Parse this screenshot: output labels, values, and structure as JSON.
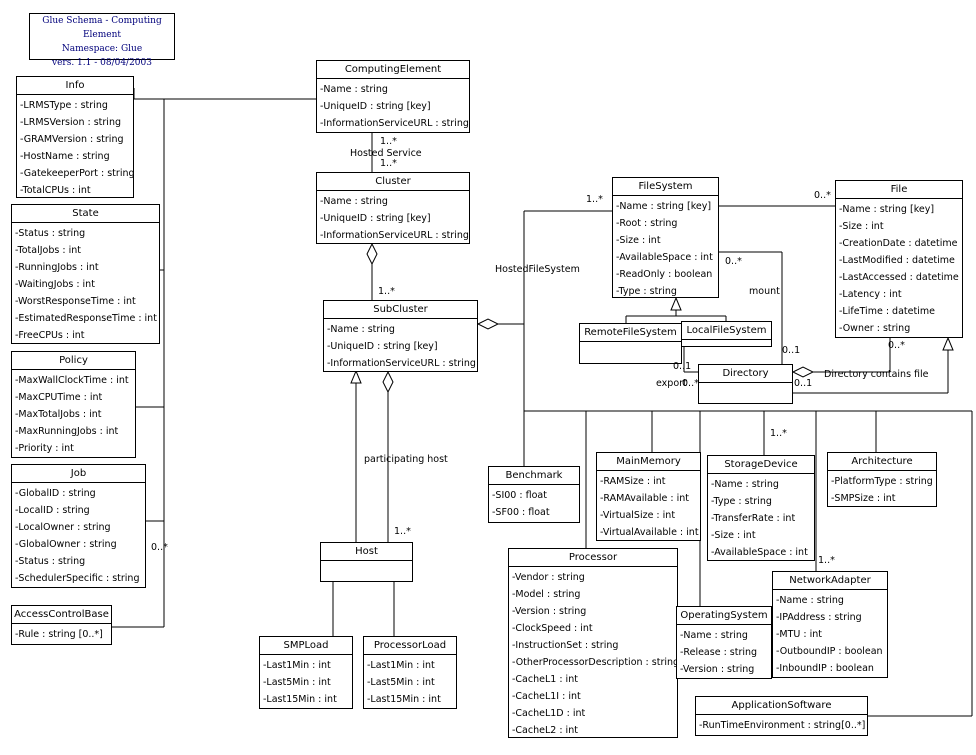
{
  "header": {
    "line1": "Glue Schema - Computing Element",
    "line2": "Namespace: Glue",
    "line3": "vers. 1.1 - 08/04/2003"
  },
  "classes": [
    {
      "id": "computingelement",
      "name": "ComputingElement",
      "attributes": [
        "-Name : string",
        "-UniqueID : string [key]",
        "-InformationServiceURL : string"
      ]
    },
    {
      "id": "info",
      "name": "Info",
      "attributes": [
        "-LRMSType : string",
        "-LRMSVersion : string",
        "-GRAMVersion : string",
        "-HostName : string",
        "-GatekeeperPort : string",
        "-TotalCPUs : int"
      ]
    },
    {
      "id": "state",
      "name": "State",
      "attributes": [
        "-Status : string",
        "-TotalJobs : int",
        "-RunningJobs : int",
        "-WaitingJobs : int",
        "-WorstResponseTime : int",
        "-EstimatedResponseTime : int",
        "-FreeCPUs : int"
      ]
    },
    {
      "id": "policy",
      "name": "Policy",
      "attributes": [
        "-MaxWallClockTime : int",
        "-MaxCPUTime : int",
        "-MaxTotalJobs : int",
        "-MaxRunningJobs : int",
        "-Priority : int"
      ]
    },
    {
      "id": "job",
      "name": "Job",
      "attributes": [
        "-GlobalID : string",
        "-LocalID : string",
        "-LocalOwner : string",
        "-GlobalOwner : string",
        "-Status : string",
        "-SchedulerSpecific : string"
      ]
    },
    {
      "id": "accesscontrolbase",
      "name": "AccessControlBase",
      "attributes": [
        "-Rule : string [0..*]"
      ]
    },
    {
      "id": "cluster",
      "name": "Cluster",
      "attributes": [
        "-Name : string",
        "-UniqueID : string [key]",
        "-InformationServiceURL : string"
      ]
    },
    {
      "id": "subcluster",
      "name": "SubCluster",
      "attributes": [
        "-Name : string",
        "-UniqueID : string [key]",
        "-InformationServiceURL : string"
      ]
    },
    {
      "id": "host",
      "name": "Host",
      "attributes": []
    },
    {
      "id": "smpload",
      "name": "SMPLoad",
      "attributes": [
        "-Last1Min : int",
        "-Last5Min : int",
        "-Last15Min : int"
      ]
    },
    {
      "id": "processorload",
      "name": "ProcessorLoad",
      "attributes": [
        "-Last1Min : int",
        "-Last5Min : int",
        "-Last15Min : int"
      ]
    },
    {
      "id": "filesystem",
      "name": "FileSystem",
      "attributes": [
        "-Name : string [key]",
        "-Root : string",
        "-Size : int",
        "-AvailableSpace : int",
        "-ReadOnly : boolean",
        "-Type : string"
      ]
    },
    {
      "id": "file",
      "name": "File",
      "attributes": [
        "-Name : string [key]",
        "-Size : int",
        "-CreationDate : datetime",
        "-LastModified : datetime",
        "-LastAccessed : datetime",
        "-Latency : int",
        "-LifeTime : datetime",
        "-Owner : string"
      ]
    },
    {
      "id": "remotefilesystem",
      "name": "RemoteFileSystem",
      "attributes": []
    },
    {
      "id": "localfilesystem",
      "name": "LocalFileSystem",
      "attributes": []
    },
    {
      "id": "directory",
      "name": "Directory",
      "attributes": []
    },
    {
      "id": "benchmark",
      "name": "Benchmark",
      "attributes": [
        "-SI00 : float",
        "-SF00 : float"
      ]
    },
    {
      "id": "mainmemory",
      "name": "MainMemory",
      "attributes": [
        "-RAMSize : int",
        "-RAMAvailable : int",
        "-VirtualSize : int",
        "-VirtualAvailable : int"
      ]
    },
    {
      "id": "storagedevice",
      "name": "StorageDevice",
      "attributes": [
        "-Name : string",
        "-Type : string",
        "-TransferRate : int",
        "-Size : int",
        "-AvailableSpace : int"
      ]
    },
    {
      "id": "architecture",
      "name": "Architecture",
      "attributes": [
        "-PlatformType : string",
        "-SMPSize : int"
      ]
    },
    {
      "id": "processor",
      "name": "Processor",
      "attributes": [
        "-Vendor : string",
        "-Model : string",
        "-Version : string",
        "-ClockSpeed : int",
        "-InstructionSet : string",
        "-OtherProcessorDescription : string",
        "-CacheL1 : int",
        "-CacheL1I : int",
        "-CacheL1D : int",
        "-CacheL2 : int"
      ]
    },
    {
      "id": "operatingsystem",
      "name": "OperatingSystem",
      "attributes": [
        "-Name : string",
        "-Release : string",
        "-Version : string"
      ]
    },
    {
      "id": "networkadapter",
      "name": "NetworkAdapter",
      "attributes": [
        "-Name : string",
        "-IPAddress : string",
        "-MTU : int",
        "-OutboundIP : boolean",
        "-InboundIP : boolean"
      ]
    },
    {
      "id": "applicationsoftware",
      "name": "ApplicationSoftware",
      "attributes": [
        "-RunTimeEnvironment : string[0..*]"
      ]
    }
  ],
  "labels": {
    "ce_cluster_top": "1..*",
    "hosted_service": "Hosted Service",
    "ce_cluster_bottom": "1..*",
    "cluster_subcluster": "1..*",
    "participating_host": "participating host",
    "host_mult": "1..*",
    "job_mult": "0..*",
    "fs_mult": "1..*",
    "hosted_filesystem": "HostedFileSystem",
    "file_mult": "0..*",
    "dir_fs_mult": "0..*",
    "mount": "mount",
    "mount_mult": "0..1",
    "export_mult1": "0..1",
    "export": "export",
    "export_mult2": "0..*",
    "dir_mult": "0..1",
    "dir_file_mult": "0..*",
    "directory_contains_file": "Directory contains file",
    "storage_mult": "1..*",
    "network_mult": "1..*"
  }
}
